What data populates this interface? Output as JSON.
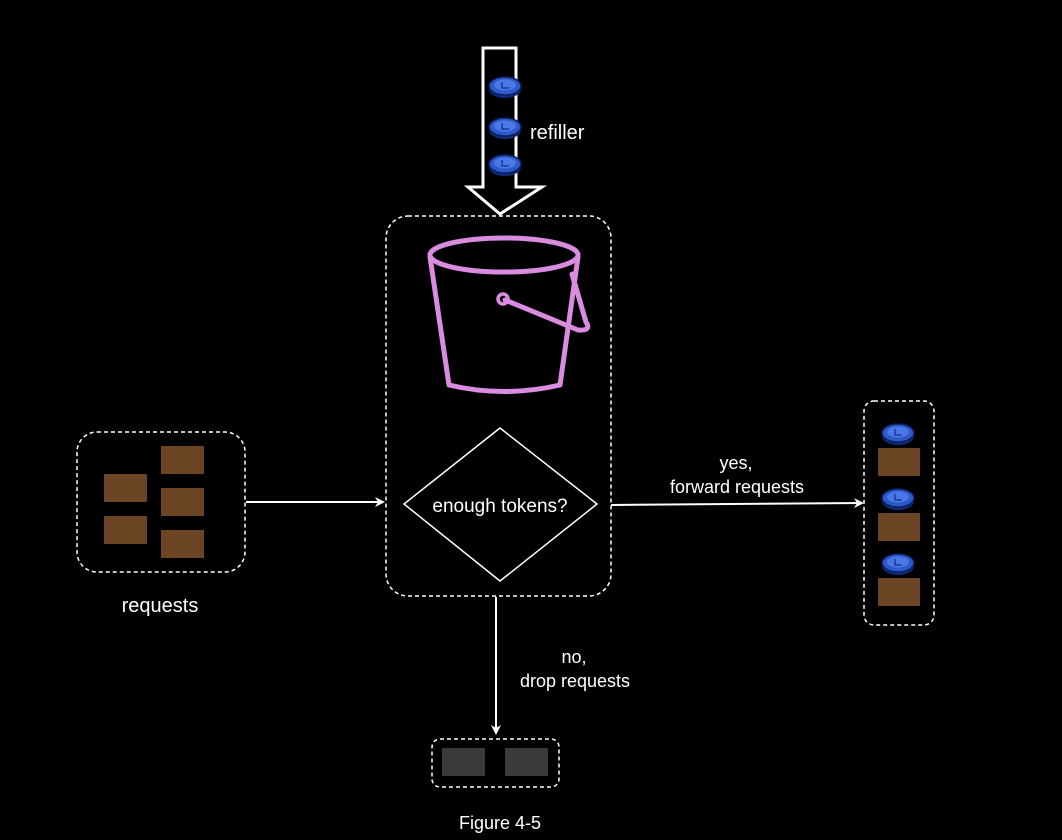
{
  "diagram": {
    "refiller_label": "refiller",
    "decision_label": "enough tokens?",
    "requests_label": "requests",
    "yes_line1": "yes,",
    "yes_line2": "forward requests",
    "no_line1": "no,",
    "no_line2": "drop requests",
    "figure_caption": "Figure 4-5"
  },
  "colors": {
    "background": "#000000",
    "foreground": "#ffffff",
    "bucket": "#d98ce0",
    "token": "#2e59c9",
    "request": "#6b4423",
    "dropped_request": "#3a3a3a"
  },
  "icons": {
    "bucket": "bucket-icon",
    "token": "token-coin-icon",
    "request": "request-box",
    "dropped": "dropped-request-box"
  }
}
